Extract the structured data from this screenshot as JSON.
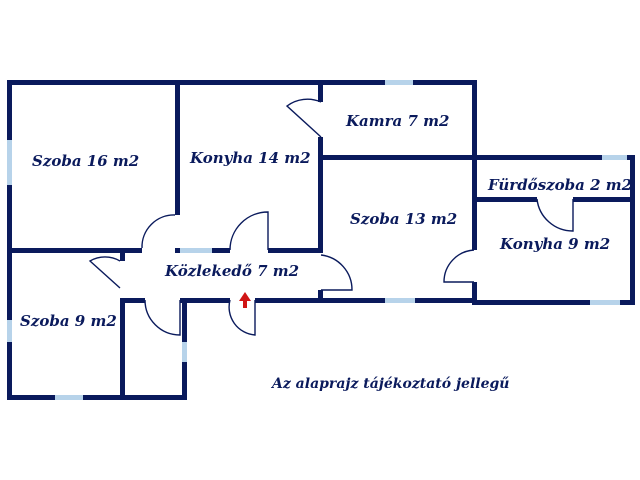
{
  "rooms": {
    "szoba16": "Szoba 16 m2",
    "konyha14": "Konyha 14 m2",
    "kamra": "Kamra 7 m2",
    "furdoszoba": "Fürdőszoba 2 m2",
    "szoba13": "Szoba 13 m2",
    "konyha9": "Konyha 9 m2",
    "kozlekedo": "Közlekedő 7 m2",
    "szoba9": "Szoba 9 m2"
  },
  "note": "Az alaprajz tájékoztató jellegű",
  "colors": {
    "wall": "#0a1a5c",
    "window": "#b7d3ea",
    "entrance_arrow": "#d01515"
  },
  "icons": {
    "entrance": "arrow-up-icon"
  }
}
